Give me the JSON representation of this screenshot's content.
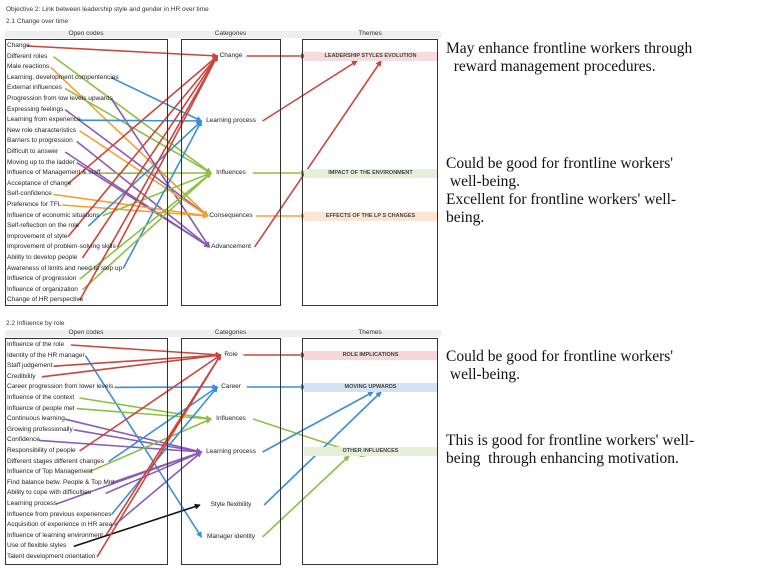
{
  "heading": "Objective 2: Link between leadership style and gender in HR over time",
  "headers": {
    "open": "Open codes",
    "categories": "Categories",
    "themes": "Themes"
  },
  "colors": {
    "red": "#c9463d",
    "green": "#8cc044",
    "orange": "#f5a035",
    "blue": "#3a8fd6",
    "purple": "#8a5cb5",
    "black": "#111111"
  },
  "sections": [
    {
      "title": "2.1 Change over time",
      "codes": [
        "Change",
        "Different roles",
        "Male reactions",
        "Learning, development compentencies",
        "External influences",
        "Progression from low levels upwards",
        "Expressing feelings",
        "Learning from experience",
        "New role characteristics",
        "Barriers to progression",
        "Difficult to answer",
        "Moving up to the ladder",
        "Influence of Management & staff",
        "Acceptance of change",
        "Self-confidence",
        "Preference for TFL",
        "Influence of economic situations",
        "Self-reflection on the role",
        "Improvement of style",
        "Improvement of problem-solving skills",
        "Ability to develop people",
        "Awareness of limits and need to step up",
        "Influence of progression",
        "Influence of organization",
        "Change of HR perspective"
      ],
      "categories": [
        "Change",
        "Learning process",
        "Influences",
        "Consequences",
        "Advancement"
      ],
      "themes": [
        {
          "label": "LEADERSHIP STYLES EVOLUTION",
          "bg": "#f6dcdc"
        },
        {
          "label": "IMPACT OF THE ENVIRONMENT",
          "bg": "#e6efd8"
        },
        {
          "label": "EFFECTS OF THE LP S CHANGES",
          "bg": "#fbe6d6"
        }
      ],
      "code_links": [
        [
          0,
          0,
          "red"
        ],
        [
          1,
          2,
          "green"
        ],
        [
          2,
          3,
          "orange"
        ],
        [
          3,
          1,
          "blue"
        ],
        [
          4,
          2,
          "green"
        ],
        [
          5,
          4,
          "purple"
        ],
        [
          6,
          3,
          "purple"
        ],
        [
          7,
          1,
          "blue"
        ],
        [
          8,
          3,
          "orange"
        ],
        [
          9,
          4,
          "purple"
        ],
        [
          10,
          4,
          "purple"
        ],
        [
          11,
          4,
          "purple"
        ],
        [
          12,
          2,
          "green"
        ],
        [
          13,
          0,
          "red"
        ],
        [
          14,
          3,
          "orange"
        ],
        [
          15,
          3,
          "orange"
        ],
        [
          16,
          2,
          "green"
        ],
        [
          17,
          1,
          "blue"
        ],
        [
          18,
          0,
          "red"
        ],
        [
          19,
          0,
          "red"
        ],
        [
          20,
          0,
          "red"
        ],
        [
          21,
          1,
          "blue"
        ],
        [
          22,
          2,
          "green"
        ],
        [
          23,
          2,
          "green"
        ],
        [
          24,
          0,
          "red"
        ]
      ],
      "cat_links": [
        [
          0,
          0,
          "red"
        ],
        [
          1,
          0,
          "red"
        ],
        [
          2,
          1,
          "green"
        ],
        [
          3,
          2,
          "orange"
        ],
        [
          4,
          0,
          "red"
        ]
      ],
      "notes": [
        "May enhance frontline workers through\n  reward management procedures.",
        "Could be good for frontline workers'\n well-being.\nExcellent for frontline workers' well-\nbeing."
      ]
    },
    {
      "title": "2.2 Influence by role",
      "codes": [
        "Influence of the role",
        "Identity of the HR manager",
        "Staff judgement",
        "Credibility",
        "Career progression from lower levels",
        "Influence of the context",
        "Influence of people met",
        "Continuous learning",
        "Growing professionally",
        "Confidence",
        "Responsibility of people",
        "Different stages different changes",
        "Influence of Top Management",
        "Find balance betw. People & Top Mnt",
        "Ability to cope with difficulties",
        "Learning process",
        "Influence from previous experiences",
        "Acquisition of experience in HR area",
        "Influence of learning environment",
        "Use of flexible styles",
        "Talent development orientation"
      ],
      "categories": [
        "Role",
        "Career",
        "Influences",
        "Learning process",
        "Style flexibility",
        "Manager identity"
      ],
      "themes": [
        {
          "label": "ROLE IMPLICATIONS",
          "bg": "#f6d6d6"
        },
        {
          "label": "MOVING UPWARDS",
          "bg": "#d3e3f4"
        },
        {
          "label": "OTHER INFLUENCES",
          "bg": "#e6efd8"
        }
      ],
      "code_links": [
        [
          0,
          0,
          "red"
        ],
        [
          1,
          5,
          "blue"
        ],
        [
          2,
          0,
          "red"
        ],
        [
          3,
          0,
          "red"
        ],
        [
          4,
          1,
          "blue"
        ],
        [
          5,
          2,
          "green"
        ],
        [
          6,
          2,
          "green"
        ],
        [
          7,
          3,
          "purple"
        ],
        [
          8,
          3,
          "purple"
        ],
        [
          9,
          3,
          "purple"
        ],
        [
          10,
          0,
          "red"
        ],
        [
          11,
          1,
          "blue"
        ],
        [
          12,
          2,
          "green"
        ],
        [
          13,
          3,
          "purple"
        ],
        [
          14,
          3,
          "purple"
        ],
        [
          15,
          3,
          "purple"
        ],
        [
          16,
          1,
          "blue"
        ],
        [
          17,
          3,
          "purple"
        ],
        [
          18,
          0,
          "red"
        ],
        [
          19,
          4,
          "black"
        ],
        [
          20,
          0,
          "red"
        ]
      ],
      "cat_links": [
        [
          0,
          0,
          "red"
        ],
        [
          1,
          1,
          "blue"
        ],
        [
          2,
          2,
          "green"
        ],
        [
          3,
          1,
          "blue"
        ],
        [
          4,
          1,
          "blue"
        ],
        [
          5,
          2,
          "green"
        ]
      ],
      "notes": [
        "Could be good for frontline workers'\n well-being.",
        "This is good for frontline workers' well-\nbeing  through enhancing motivation."
      ]
    }
  ]
}
